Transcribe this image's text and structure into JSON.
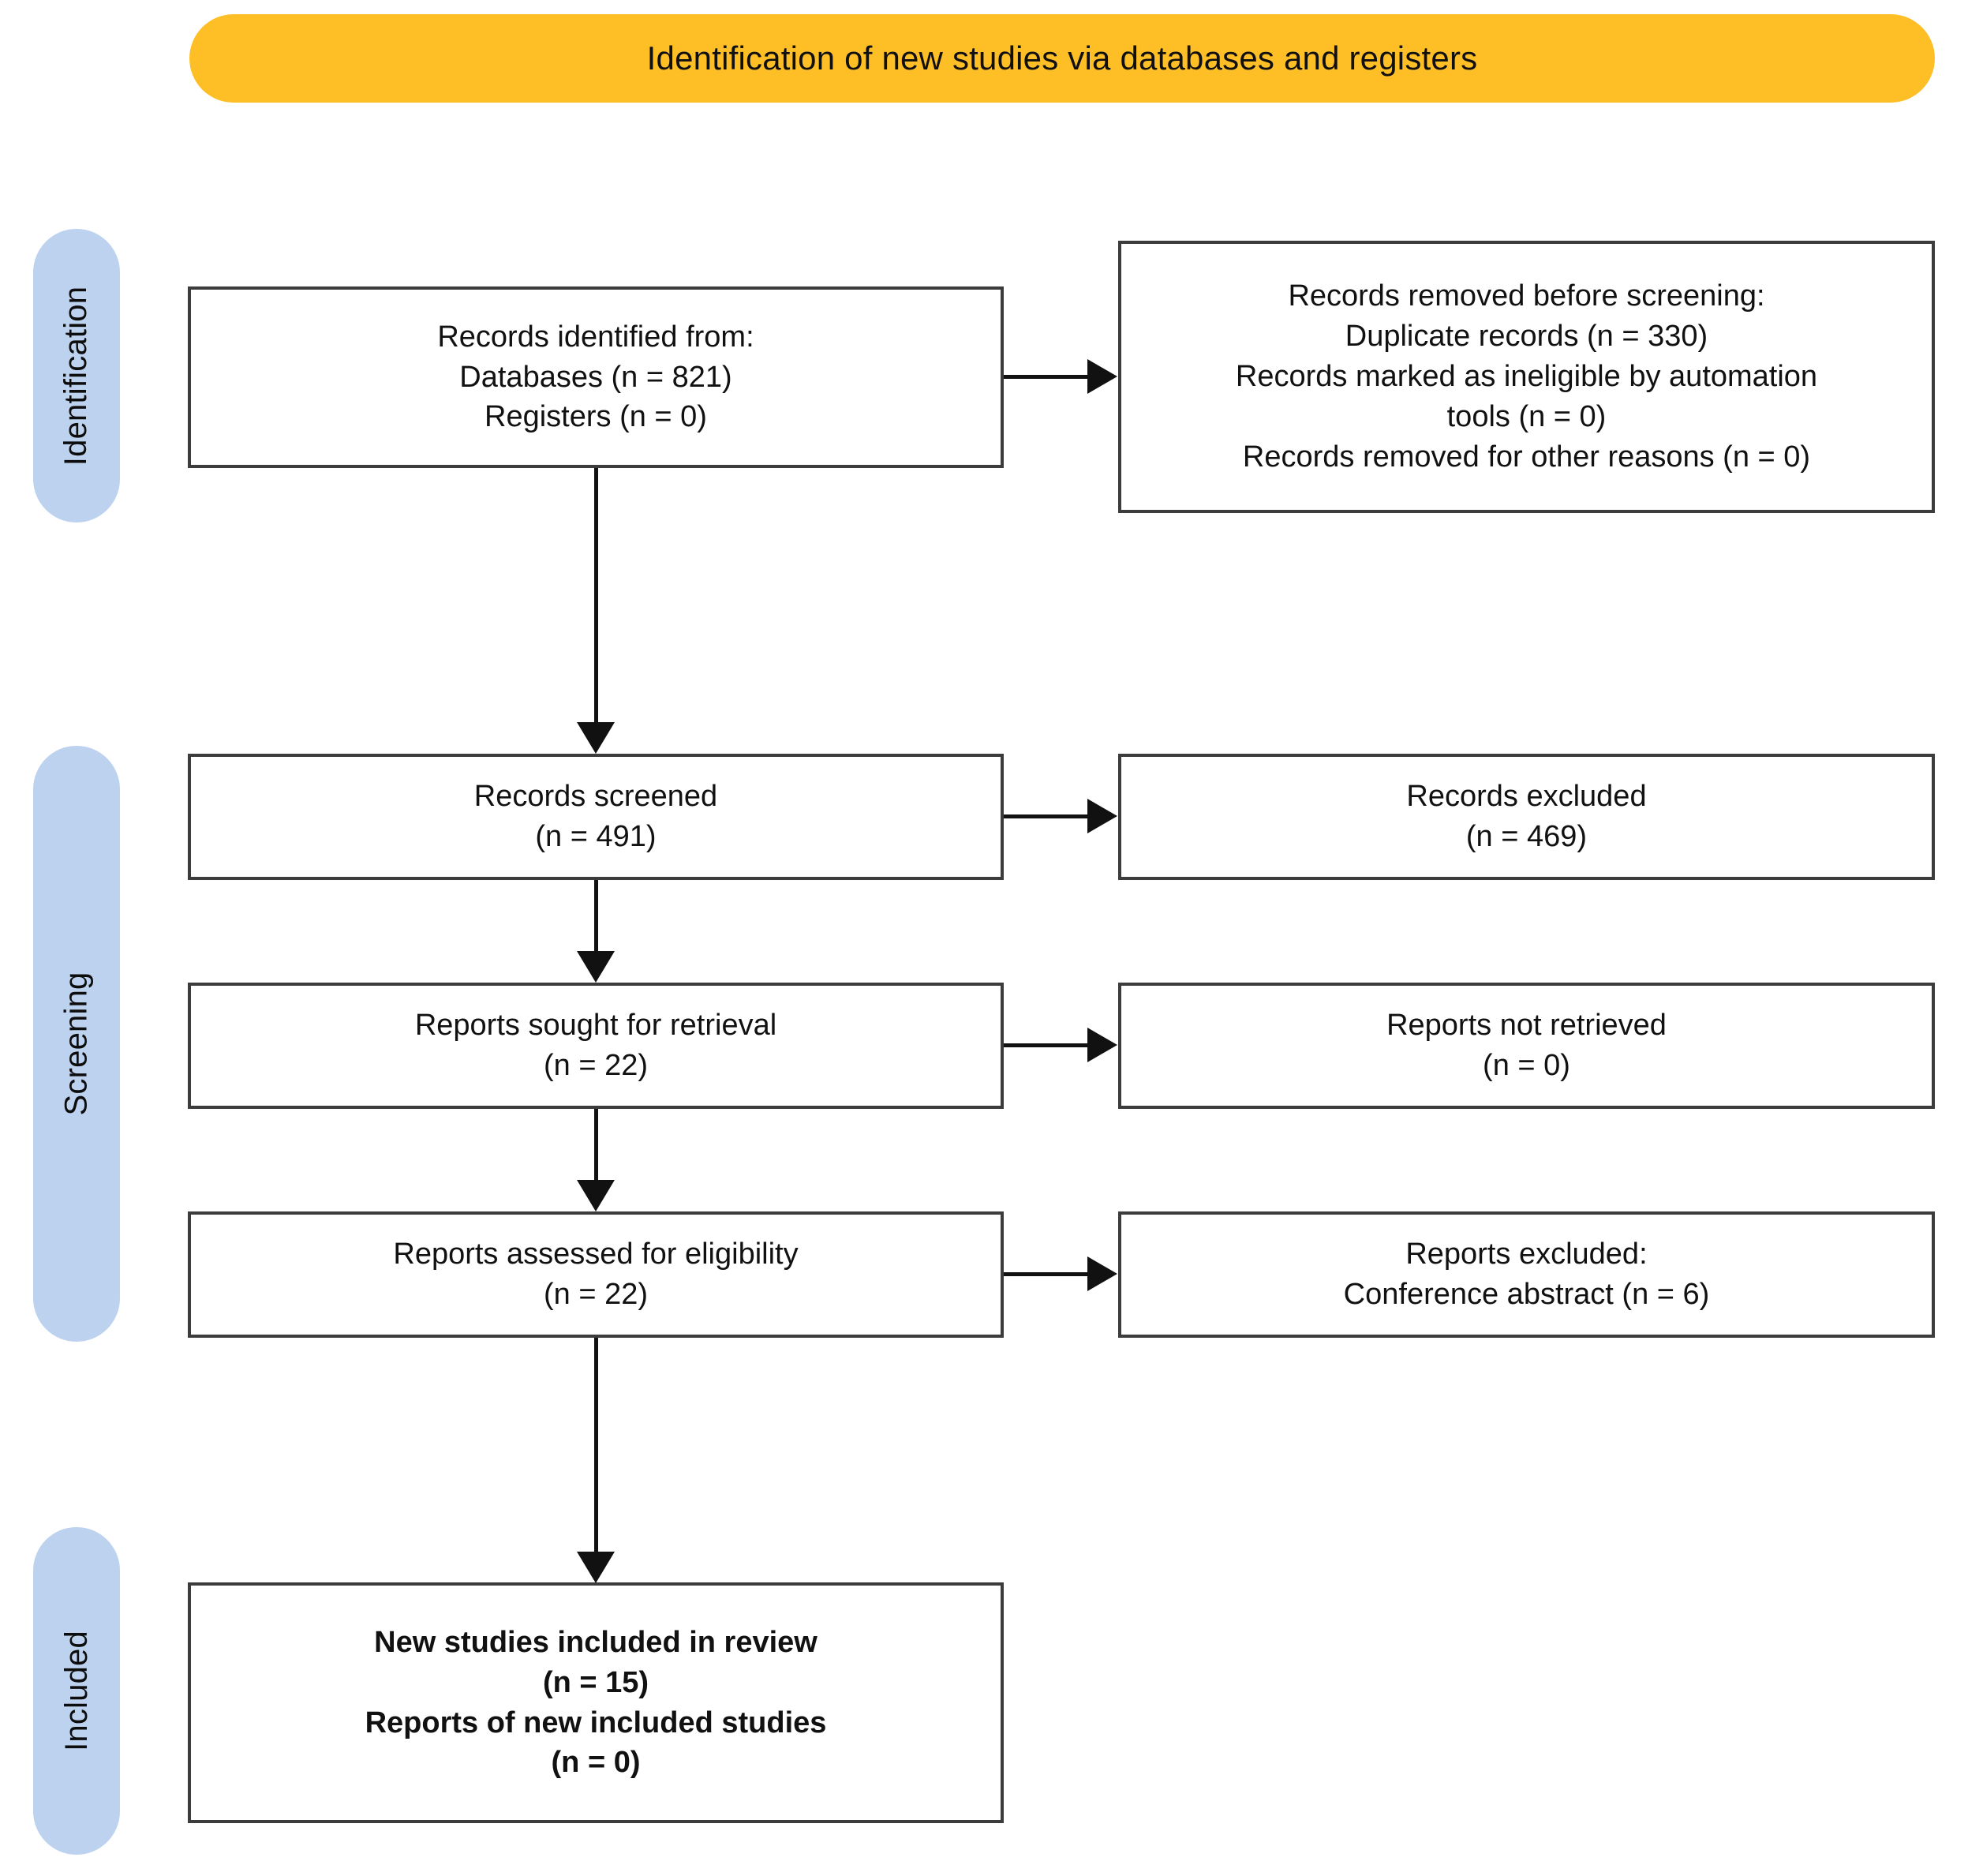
{
  "diagram": {
    "type": "prisma-flow-diagram",
    "banner": {
      "title": "Identification of new studies via databases and registers",
      "color": "#febf26"
    },
    "stage_bands": [
      {
        "id": "identification",
        "label": "Identification",
        "color": "#bdd2ef"
      },
      {
        "id": "screening",
        "label": "Screening",
        "color": "#bdd2ef"
      },
      {
        "id": "included",
        "label": "Included",
        "color": "#bdd2ef"
      }
    ],
    "boxes": {
      "identified": {
        "text": "Records identified from:\nDatabases (n = 821)\nRegisters (n = 0)",
        "lines": [
          "Records identified from:",
          "Databases (n = 821)",
          "Registers (n = 0)"
        ],
        "counts": {
          "databases": 821,
          "registers": 0
        }
      },
      "removed_before_screening": {
        "text": "Records removed before screening:\nDuplicate records (n = 330)\nRecords marked as ineligible by automation\ntools (n = 0)\nRecords removed for other reasons (n = 0)",
        "lines": [
          "Records removed before screening:",
          "Duplicate records (n = 330)",
          "Records marked as ineligible by automation",
          "tools (n = 0)",
          "Records removed for other reasons (n = 0)"
        ],
        "counts": {
          "duplicate_records": 330,
          "ineligible_by_automation_tools": 0,
          "removed_other_reasons": 0
        }
      },
      "screened": {
        "text": "Records screened\n(n = 491)",
        "lines": [
          "Records screened",
          "(n = 491)"
        ],
        "counts": {
          "n": 491
        }
      },
      "records_excluded": {
        "text": "Records excluded\n(n = 469)",
        "lines": [
          "Records excluded",
          "(n = 469)"
        ],
        "counts": {
          "n": 469
        }
      },
      "sought_for_retrieval": {
        "text": "Reports sought for retrieval\n(n = 22)",
        "lines": [
          "Reports sought for retrieval",
          "(n = 22)"
        ],
        "counts": {
          "n": 22
        }
      },
      "not_retrieved": {
        "text": "Reports not retrieved\n(n = 0)",
        "lines": [
          "Reports not retrieved",
          "(n = 0)"
        ],
        "counts": {
          "n": 0
        }
      },
      "assessed_for_eligibility": {
        "text": "Reports assessed for eligibility\n(n = 22)",
        "lines": [
          "Reports assessed for eligibility",
          "(n = 22)"
        ],
        "counts": {
          "n": 22
        }
      },
      "reports_excluded": {
        "text": "Reports excluded:\nConference abstract (n = 6)",
        "lines": [
          "Reports excluded:",
          "Conference abstract (n = 6)"
        ],
        "counts": {
          "conference_abstract": 6
        }
      },
      "new_studies_included": {
        "text": "New studies included in review\n(n = 15)\nReports of new included studies\n(n = 0)",
        "lines": [
          "New studies included in review",
          "(n = 15)",
          "Reports of new included studies",
          "(n = 0)"
        ],
        "counts": {
          "new_studies": 15,
          "reports_of_new_included_studies": 0
        }
      }
    }
  }
}
